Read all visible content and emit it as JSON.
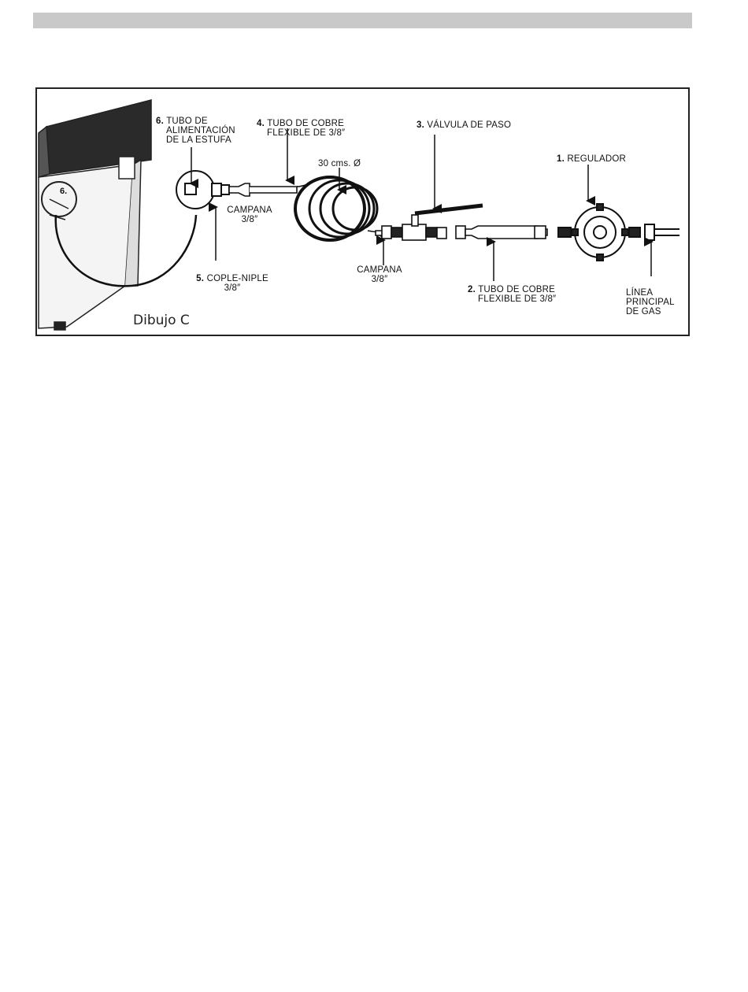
{
  "figure": {
    "caption": "Dibujo C",
    "stove_mark": "6.",
    "labels": {
      "part6": {
        "num": "6.",
        "line1": "TUBO DE",
        "line2": "ALIMENTACIÓN",
        "line3": "DE LA ESTUFA"
      },
      "part4": {
        "num": "4.",
        "line1": "TUBO DE COBRE",
        "line2": "FLEXIBLE DE 3/8″"
      },
      "coil_diameter": "30 cms. Ø",
      "part3": {
        "num": "3.",
        "text": "VÁLVULA DE PASO"
      },
      "part1": {
        "num": "1.",
        "text": "REGULADOR"
      },
      "campana_a": {
        "line1": "CAMPANA",
        "line2": "3/8″"
      },
      "campana_b": {
        "line1": "CAMPANA",
        "line2": "3/8″"
      },
      "part5": {
        "num": "5.",
        "line1": "COPLE-NIPLE",
        "line2": "3/8″"
      },
      "part2": {
        "num": "2.",
        "line1": "TUBO DE COBRE",
        "line2": "FLEXIBLE DE 3/8″"
      },
      "gas_line": {
        "line1": "LÍNEA",
        "line2": "PRINCIPAL",
        "line3": "DE GAS"
      }
    }
  }
}
